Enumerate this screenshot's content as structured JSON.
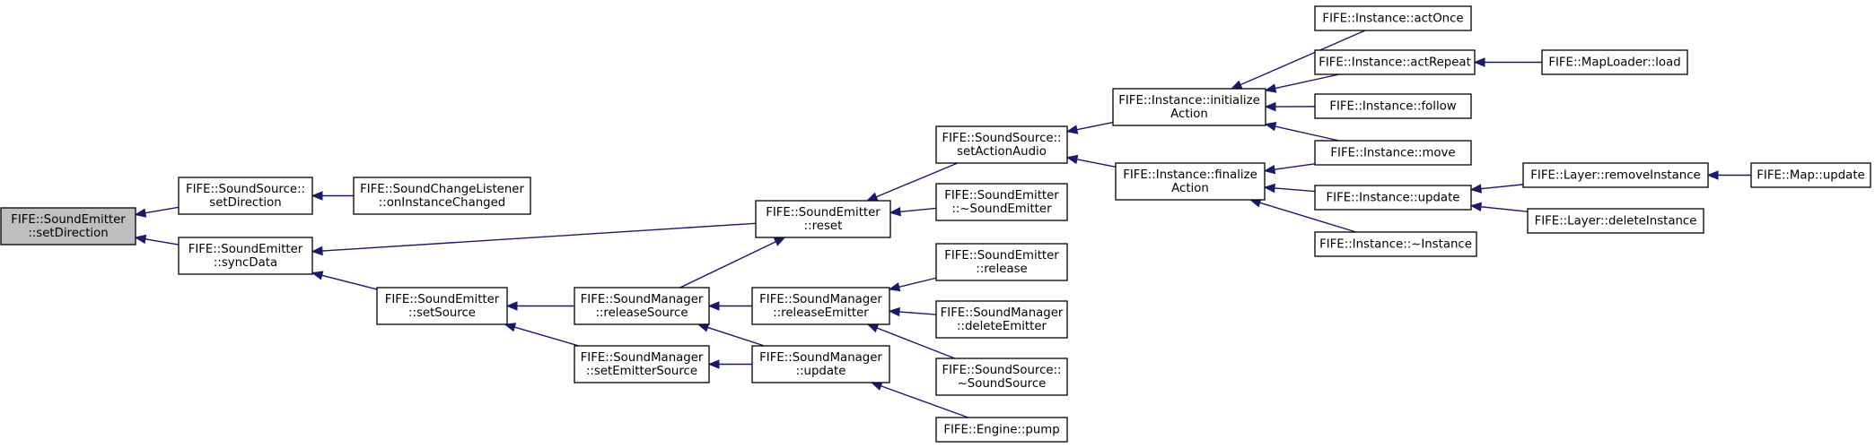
{
  "diagram": {
    "type": "call-graph",
    "colors": {
      "edge": "#191970",
      "root_fill": "#bfbfbf",
      "node_fill": "#ffffff",
      "border": "#000000"
    },
    "nodes": [
      {
        "id": "n0",
        "lines": [
          "FIFE::SoundEmitter",
          "::setDirection"
        ],
        "root": true
      },
      {
        "id": "n1",
        "lines": [
          "FIFE::SoundSource::",
          "setDirection"
        ]
      },
      {
        "id": "n2",
        "lines": [
          "FIFE::SoundChangeListener",
          "::onInstanceChanged"
        ]
      },
      {
        "id": "n3",
        "lines": [
          "FIFE::SoundEmitter",
          "::syncData"
        ]
      },
      {
        "id": "n4",
        "lines": [
          "FIFE::SoundEmitter",
          "::setSource"
        ]
      },
      {
        "id": "n5",
        "lines": [
          "FIFE::SoundManager",
          "::releaseSource"
        ]
      },
      {
        "id": "n6",
        "lines": [
          "FIFE::SoundManager",
          "::setEmitterSource"
        ]
      },
      {
        "id": "n7",
        "lines": [
          "FIFE::SoundEmitter",
          "::reset"
        ]
      },
      {
        "id": "n8",
        "lines": [
          "FIFE::SoundManager",
          "::releaseEmitter"
        ]
      },
      {
        "id": "n9",
        "lines": [
          "FIFE::SoundManager",
          "::update"
        ]
      },
      {
        "id": "n10",
        "lines": [
          "FIFE::SoundSource::",
          "setActionAudio"
        ]
      },
      {
        "id": "n11",
        "lines": [
          "FIFE::SoundEmitter",
          "::~SoundEmitter"
        ]
      },
      {
        "id": "n12",
        "lines": [
          "FIFE::SoundEmitter",
          "::release"
        ]
      },
      {
        "id": "n13",
        "lines": [
          "FIFE::SoundManager",
          "::deleteEmitter"
        ]
      },
      {
        "id": "n14",
        "lines": [
          "FIFE::SoundSource::",
          "~SoundSource"
        ]
      },
      {
        "id": "n15",
        "lines": [
          "FIFE::Engine::pump"
        ]
      },
      {
        "id": "n16",
        "lines": [
          "FIFE::Instance::initialize",
          "Action"
        ]
      },
      {
        "id": "n17",
        "lines": [
          "FIFE::Instance::finalize",
          "Action"
        ]
      },
      {
        "id": "n18",
        "lines": [
          "FIFE::Instance::actOnce"
        ]
      },
      {
        "id": "n19",
        "lines": [
          "FIFE::Instance::actRepeat"
        ]
      },
      {
        "id": "n20",
        "lines": [
          "FIFE::Instance::follow"
        ]
      },
      {
        "id": "n21",
        "lines": [
          "FIFE::Instance::move"
        ]
      },
      {
        "id": "n22",
        "lines": [
          "FIFE::Instance::update"
        ]
      },
      {
        "id": "n23",
        "lines": [
          "FIFE::Instance::~Instance"
        ]
      },
      {
        "id": "n24",
        "lines": [
          "FIFE::MapLoader::load"
        ]
      },
      {
        "id": "n25",
        "lines": [
          "FIFE::Layer::removeInstance"
        ]
      },
      {
        "id": "n26",
        "lines": [
          "FIFE::Layer::deleteInstance"
        ]
      },
      {
        "id": "n27",
        "lines": [
          "FIFE::Map::update"
        ]
      }
    ],
    "edges": [
      {
        "from": "n1",
        "to": "n0"
      },
      {
        "from": "n3",
        "to": "n0"
      },
      {
        "from": "n2",
        "to": "n1"
      },
      {
        "from": "n7",
        "to": "n3"
      },
      {
        "from": "n4",
        "to": "n3"
      },
      {
        "from": "n5",
        "to": "n4"
      },
      {
        "from": "n6",
        "to": "n4"
      },
      {
        "from": "n5",
        "to": "n7"
      },
      {
        "from": "n10",
        "to": "n7"
      },
      {
        "from": "n11",
        "to": "n7"
      },
      {
        "from": "n8",
        "to": "n5"
      },
      {
        "from": "n9",
        "to": "n5"
      },
      {
        "from": "n9",
        "to": "n6"
      },
      {
        "from": "n12",
        "to": "n8"
      },
      {
        "from": "n13",
        "to": "n8"
      },
      {
        "from": "n14",
        "to": "n8"
      },
      {
        "from": "n15",
        "to": "n9"
      },
      {
        "from": "n16",
        "to": "n10"
      },
      {
        "from": "n17",
        "to": "n10"
      },
      {
        "from": "n18",
        "to": "n16"
      },
      {
        "from": "n19",
        "to": "n16"
      },
      {
        "from": "n20",
        "to": "n16"
      },
      {
        "from": "n21",
        "to": "n16"
      },
      {
        "from": "n21",
        "to": "n17"
      },
      {
        "from": "n22",
        "to": "n17"
      },
      {
        "from": "n23",
        "to": "n17"
      },
      {
        "from": "n24",
        "to": "n19"
      },
      {
        "from": "n25",
        "to": "n22"
      },
      {
        "from": "n26",
        "to": "n22"
      },
      {
        "from": "n27",
        "to": "n25"
      }
    ]
  }
}
